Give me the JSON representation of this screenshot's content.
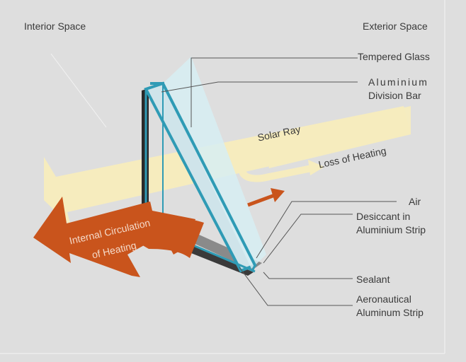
{
  "diagram": {
    "interior_space": "Interior Space",
    "exterior_space": "Exterior Space",
    "tempered_glass": "Tempered Glass",
    "aluminium_line1": "Aluminium",
    "aluminium_line2": "Division Bar",
    "solar_ray": "Solar Ray",
    "loss_of_heating": "Loss of Heating",
    "internal_line1": "Internal Circulation",
    "internal_line2": "of Heating",
    "air": "Air",
    "desiccant_line1": "Desiccant in",
    "desiccant_line2": "Aluminium Strip",
    "sealant": "Sealant",
    "aeronautical_line1": "Aeronautical",
    "aeronautical_line2": "Aluminum Strip"
  },
  "colors": {
    "background": "#dedede",
    "glass_edge": "#2f9bb5",
    "glass_fill": "#d7eef3",
    "solar": "#f6ecbe",
    "heat": "#c9541c",
    "frame": "#2a2a2a"
  }
}
